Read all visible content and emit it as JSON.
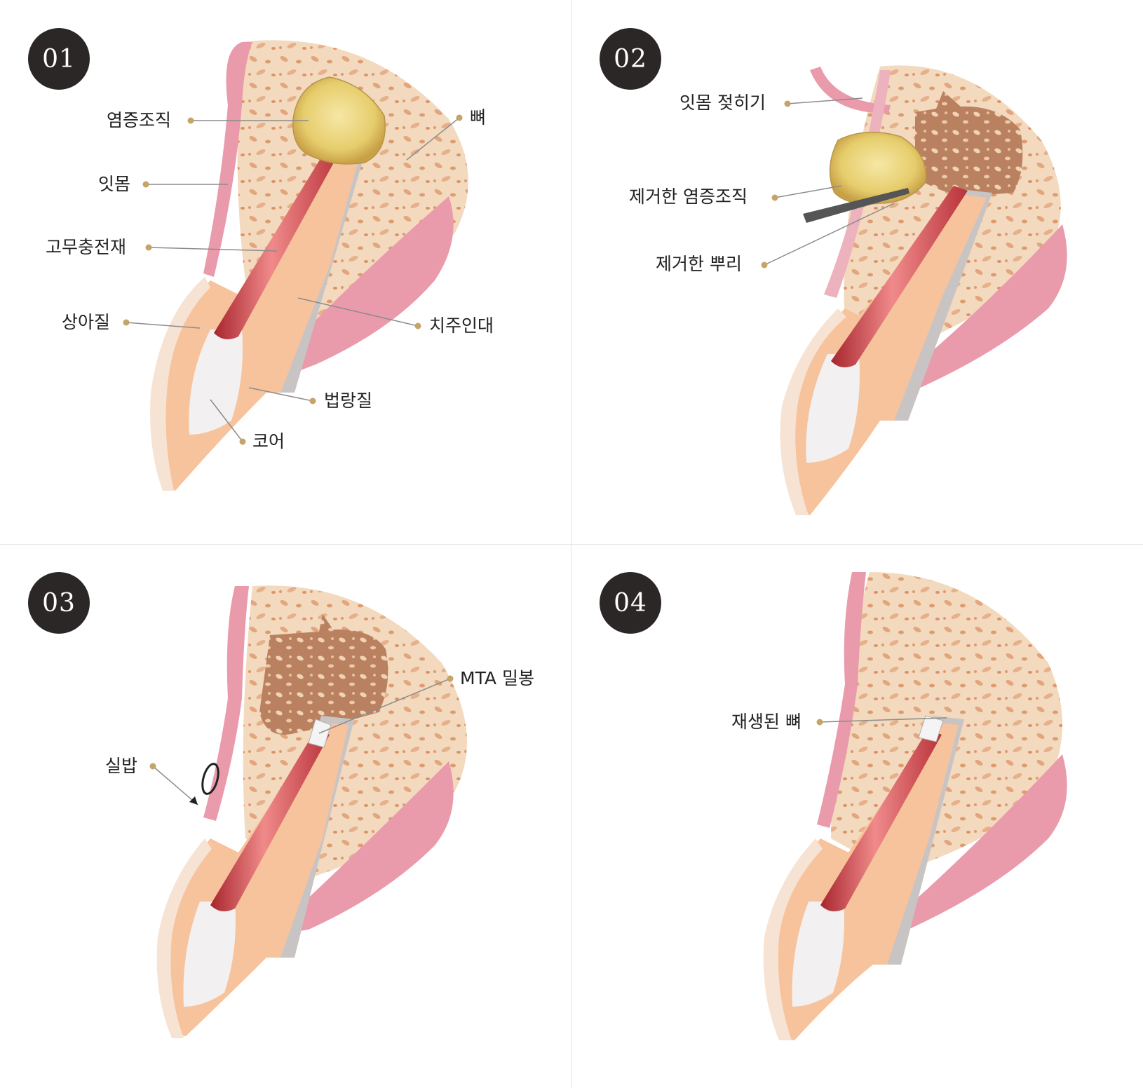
{
  "colors": {
    "badge": "#2b2727",
    "leader_dot": "#c5a46a",
    "gum": "#e99aab",
    "bone": "#f3d9bd",
    "dentin": "#f6c39c",
    "gutta_percha": "#d94a4f",
    "inflamed_tissue": "#e7d27a",
    "crown": "#f4f1ef"
  },
  "panels": [
    {
      "number": "01",
      "labels": {
        "inflamed_tissue": "염증조직",
        "bone": "뼈",
        "gum": "잇몸",
        "gutta_percha": "고무충전재",
        "dentin": "상아질",
        "pdl": "치주인대",
        "enamel": "법랑질",
        "core": "코어"
      }
    },
    {
      "number": "02",
      "labels": {
        "flap": "잇몸 젖히기",
        "removed_tissue": "제거한 염증조직",
        "removed_root": "제거한 뿌리"
      }
    },
    {
      "number": "03",
      "labels": {
        "mta_seal": "MTA 밀봉",
        "suture": "실밥"
      }
    },
    {
      "number": "04",
      "labels": {
        "regenerated_bone": "재생된 뼈"
      }
    }
  ]
}
